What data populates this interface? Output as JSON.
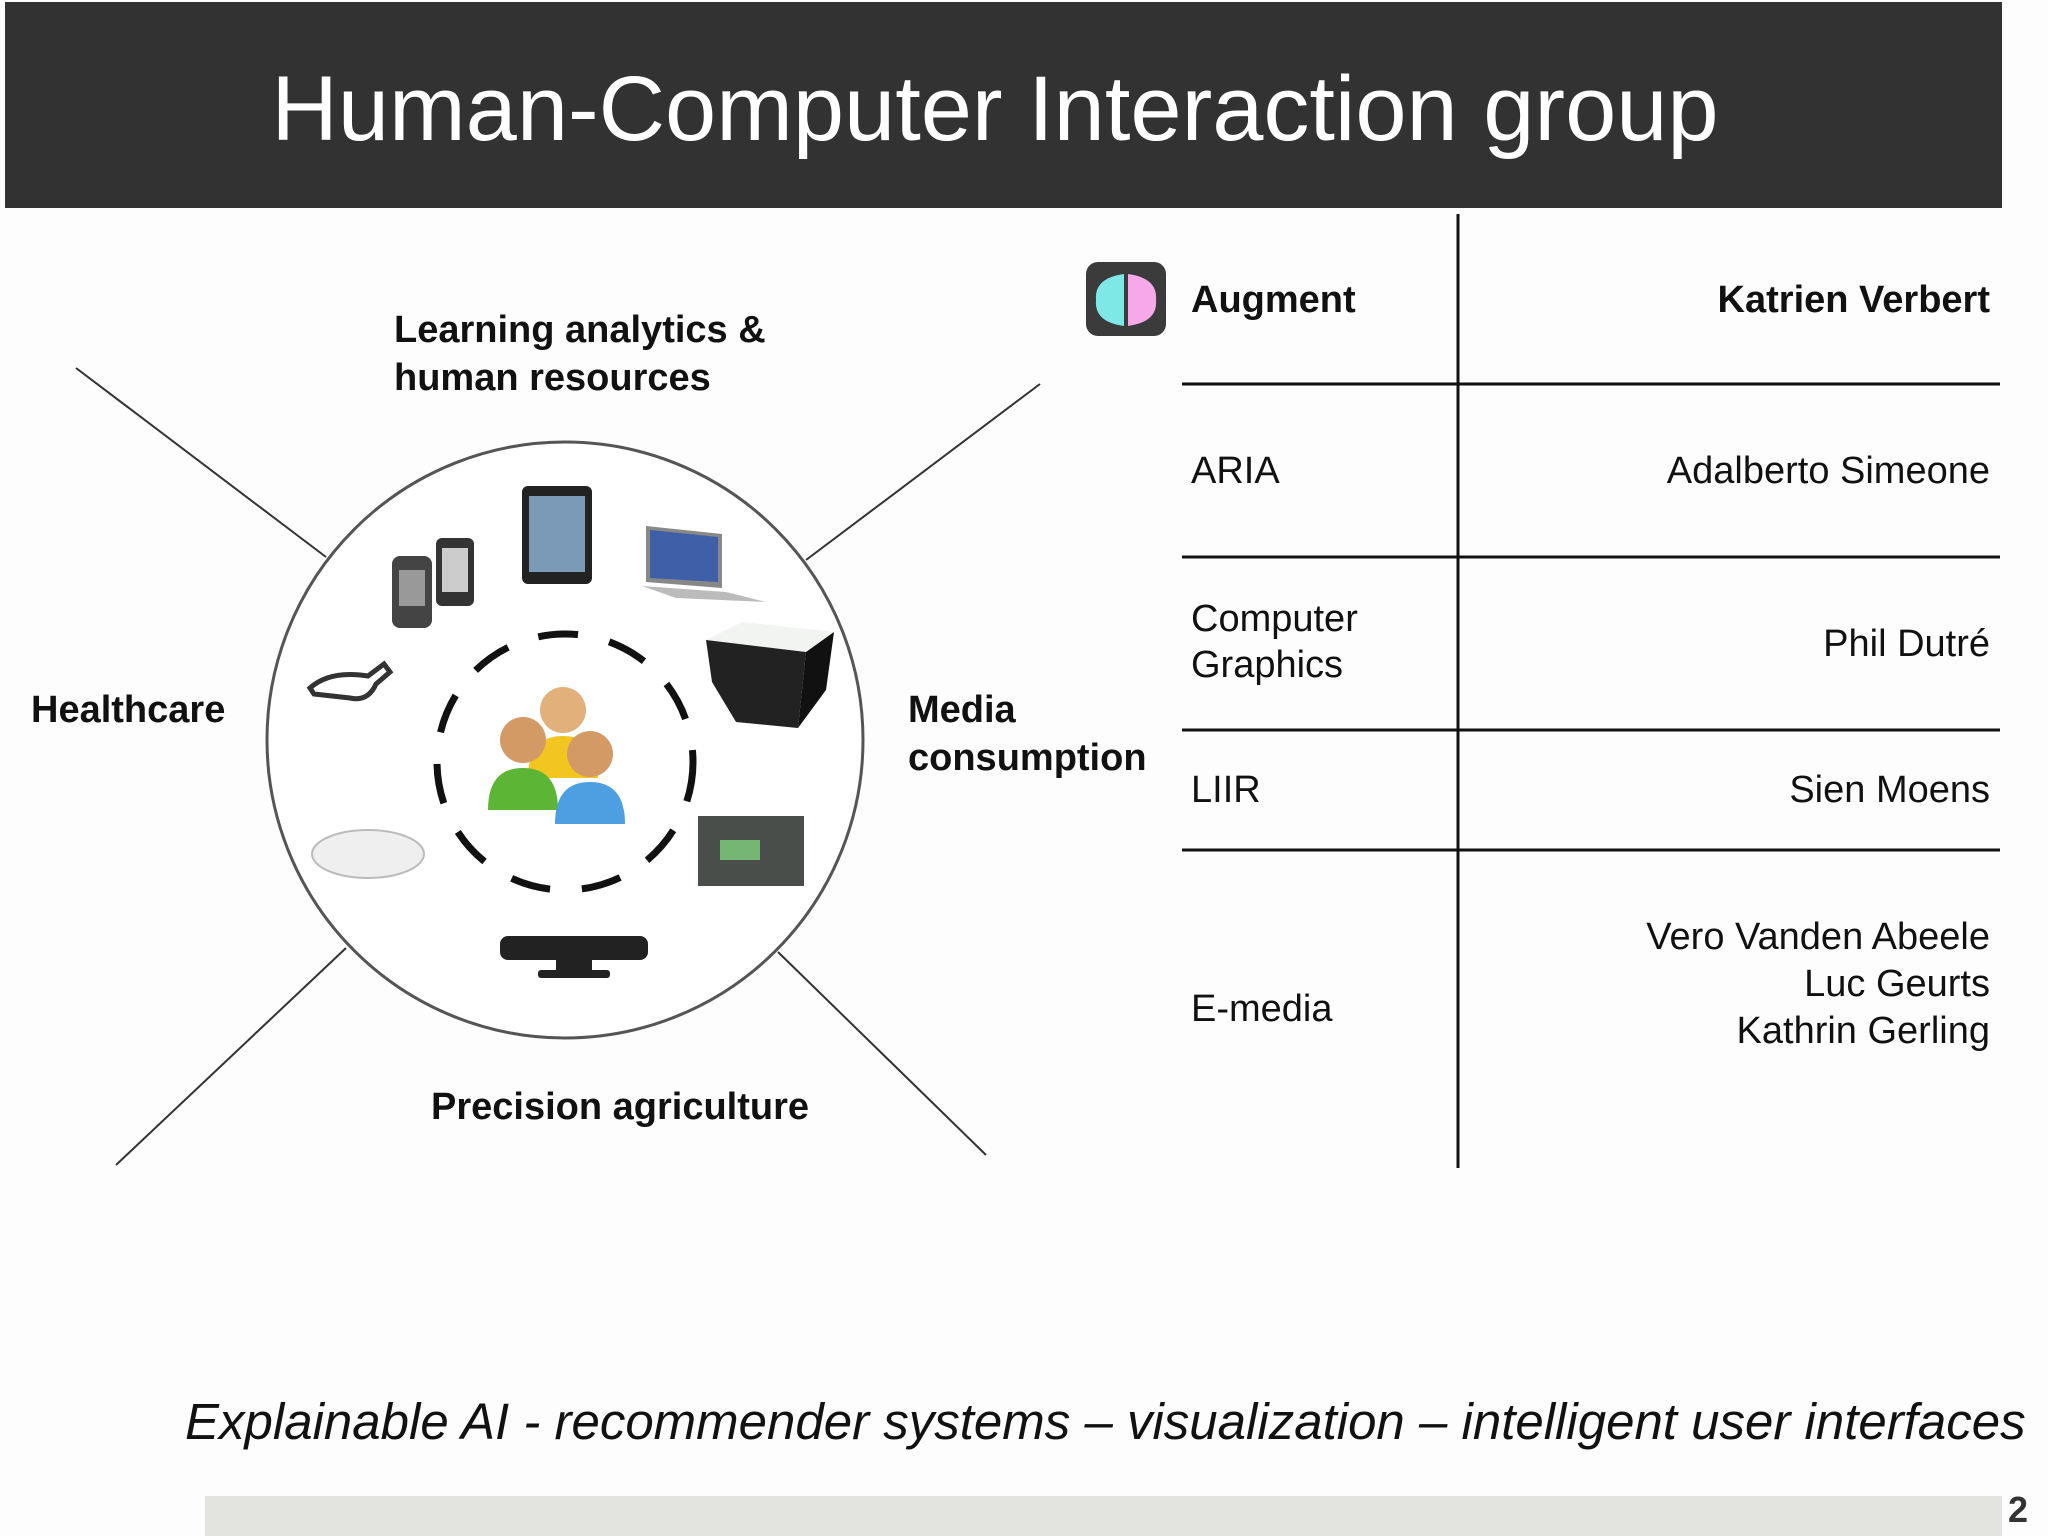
{
  "title": "Human-Computer Interaction group",
  "diagram": {
    "labels": {
      "top": "Learning analytics &\nhuman resources",
      "left": "Healthcare",
      "right": "Media\nconsumption",
      "bottom": "Precision agriculture"
    },
    "devices": [
      "smartphones",
      "tablet",
      "laptop",
      "tabletop",
      "smart-glasses",
      "mouse",
      "interactive-surface",
      "kinect"
    ]
  },
  "table": {
    "rows": [
      {
        "group": "Augment",
        "people": "Katrien Verbert",
        "bold": true,
        "logo": "brain-icon"
      },
      {
        "group": "ARIA",
        "people": "Adalberto Simeone"
      },
      {
        "group": "Computer\nGraphics",
        "people": "Phil Dutré"
      },
      {
        "group": "LIIR",
        "people": "Sien Moens"
      },
      {
        "group": "E-media",
        "people": "Vero Vanden Abeele\nLuc Geurts\nKathrin Gerling"
      }
    ]
  },
  "tagline": "Explainable AI - recommender systems – visualization – intelligent user interfaces",
  "page_number": "2",
  "colors": {
    "title_bar": "#323232",
    "footer_bar": "#e3e4df",
    "brain_left": "#7ee8e6",
    "brain_right": "#f6a8e8"
  }
}
